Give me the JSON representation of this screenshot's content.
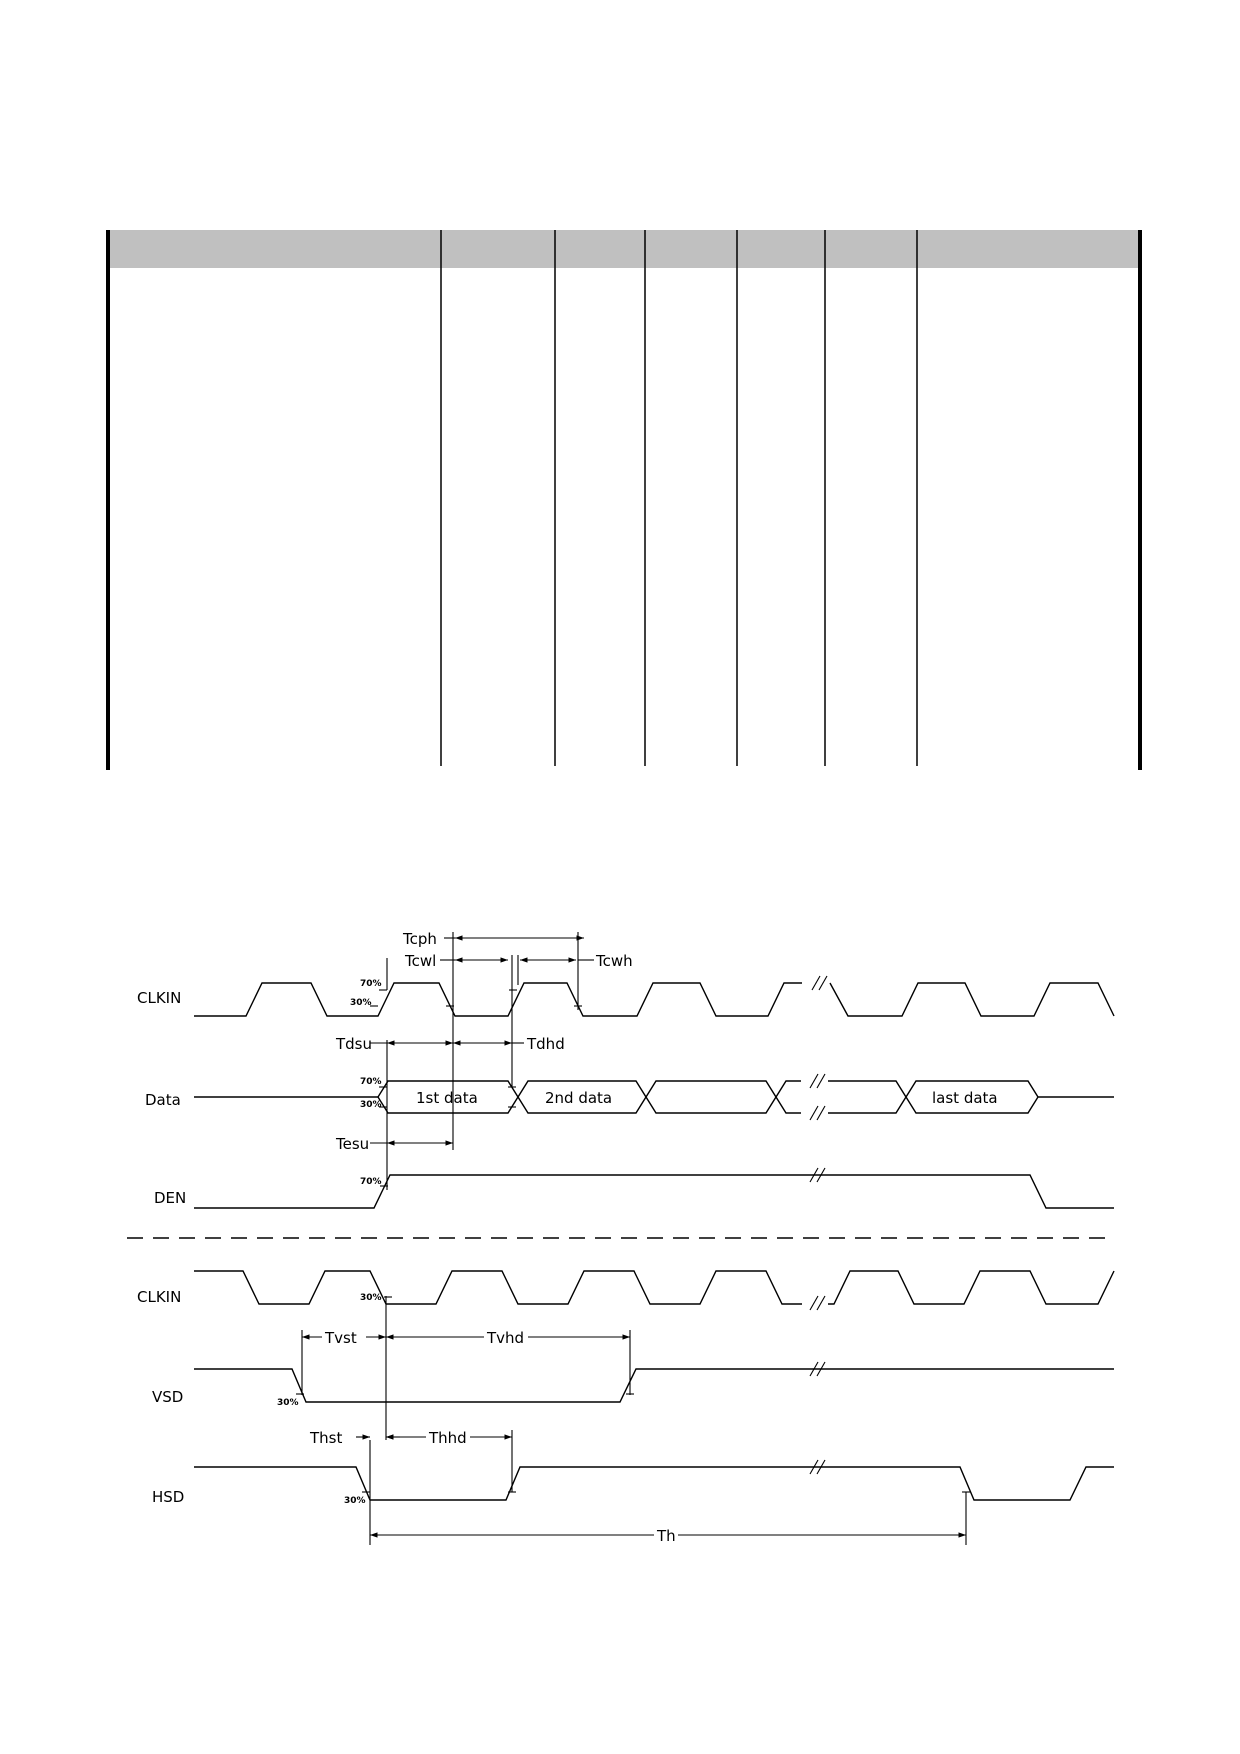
{
  "table": {
    "header_color": "#c0c0c0",
    "columns": [
      "",
      "",
      "",
      "",
      "",
      "",
      ""
    ]
  },
  "diagram": {
    "signals": {
      "clkin_top": "CLKIN",
      "data": "Data",
      "den": "DEN",
      "clkin_bottom": "CLKIN",
      "vsd": "VSD",
      "hsd": "HSD"
    },
    "timing_labels": {
      "tcph": "Tcph",
      "tcwl": "Tcwl",
      "tcwh": "Tcwh",
      "tdsu": "Tdsu",
      "tdhd": "Tdhd",
      "tesu": "Tesu",
      "tvst": "Tvst",
      "tvhd": "Tvhd",
      "thst": "Thst",
      "thhd": "Thhd",
      "th": "Th"
    },
    "data_labels": {
      "first": "1st data",
      "second": "2nd data",
      "last": "last data"
    },
    "levels": {
      "high": "70%",
      "low": "30%"
    }
  }
}
